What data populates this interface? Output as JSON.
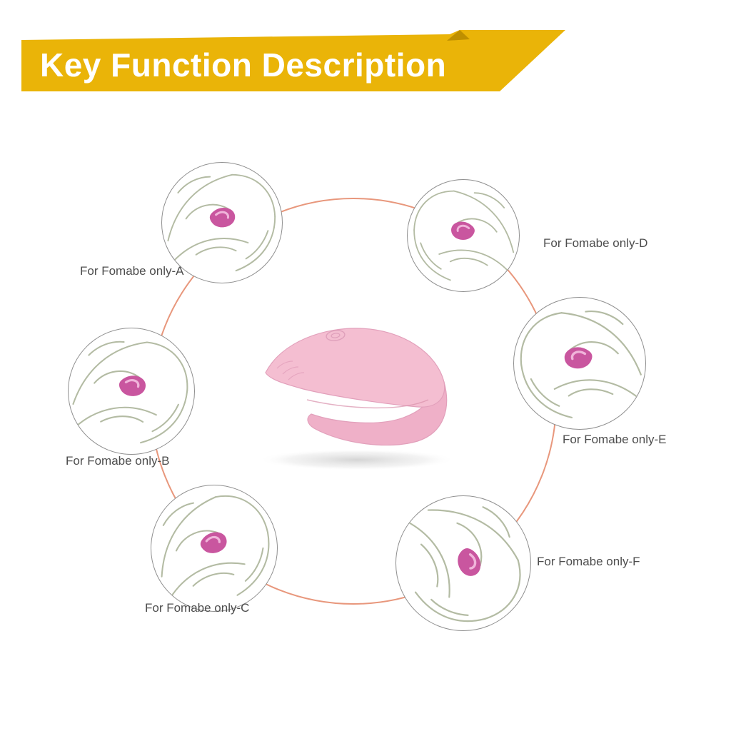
{
  "banner": {
    "title": "Key Function Description",
    "background_color": "#EAB408",
    "fold_color": "#BE8F00",
    "text_color": "#FFFFFF"
  },
  "diagram": {
    "ring_color": "#E8977C",
    "positions": [
      {
        "id": "A",
        "label": "For Fomabe only-A"
      },
      {
        "id": "B",
        "label": "For Fomabe only-B"
      },
      {
        "id": "C",
        "label": "For Fomabe only-C"
      },
      {
        "id": "D",
        "label": "For Fomabe only-D"
      },
      {
        "id": "E",
        "label": "For Fomabe only-E"
      },
      {
        "id": "F",
        "label": "For Fomabe only-F"
      }
    ]
  },
  "product": {
    "description": "pink U-shaped couples massager",
    "primary_color": "#F4BED1",
    "secondary_color": "#EFB0C8"
  },
  "icons": {
    "position_sketch": "usage-position-sketch-icon",
    "device_accent": "pink-device-accent-icon"
  }
}
